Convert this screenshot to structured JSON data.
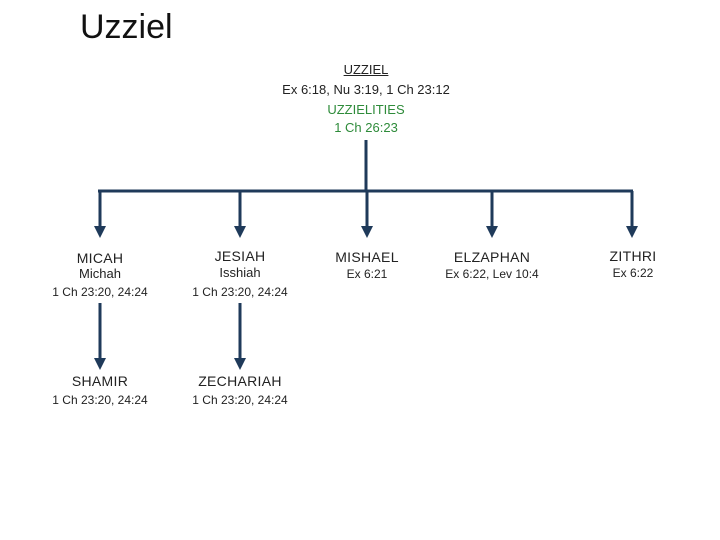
{
  "title": "Uzziel",
  "root": {
    "name": "UZZIEL",
    "refs": "Ex 6:18, Nu 3:19, 1 Ch 23:12",
    "clan": "UZZIELITIES",
    "clan_ref": "1 Ch 26:23"
  },
  "children": [
    {
      "name": "MICAH",
      "alt": "Michah",
      "refs": "1 Ch 23:20, 24:24"
    },
    {
      "name": "JESIAH",
      "alt": "Isshiah",
      "refs": "1 Ch 23:20, 24:24"
    },
    {
      "name": "MISHAEL",
      "alt": "",
      "refs": "Ex 6:21"
    },
    {
      "name": "ELZAPHAN",
      "alt": "",
      "refs": "Ex 6:22, Lev 10:4"
    },
    {
      "name": "ZITHRI",
      "alt": "",
      "refs": "Ex 6:22"
    }
  ],
  "grandchildren": [
    {
      "name": "SHAMIR",
      "refs": "1 Ch 23:20, 24:24"
    },
    {
      "name": "ZECHARIAH",
      "refs": "1 Ch 23:20, 24:24"
    }
  ],
  "colors": {
    "line": "#1f3a5a",
    "accent_green": "#2e8b3a"
  }
}
